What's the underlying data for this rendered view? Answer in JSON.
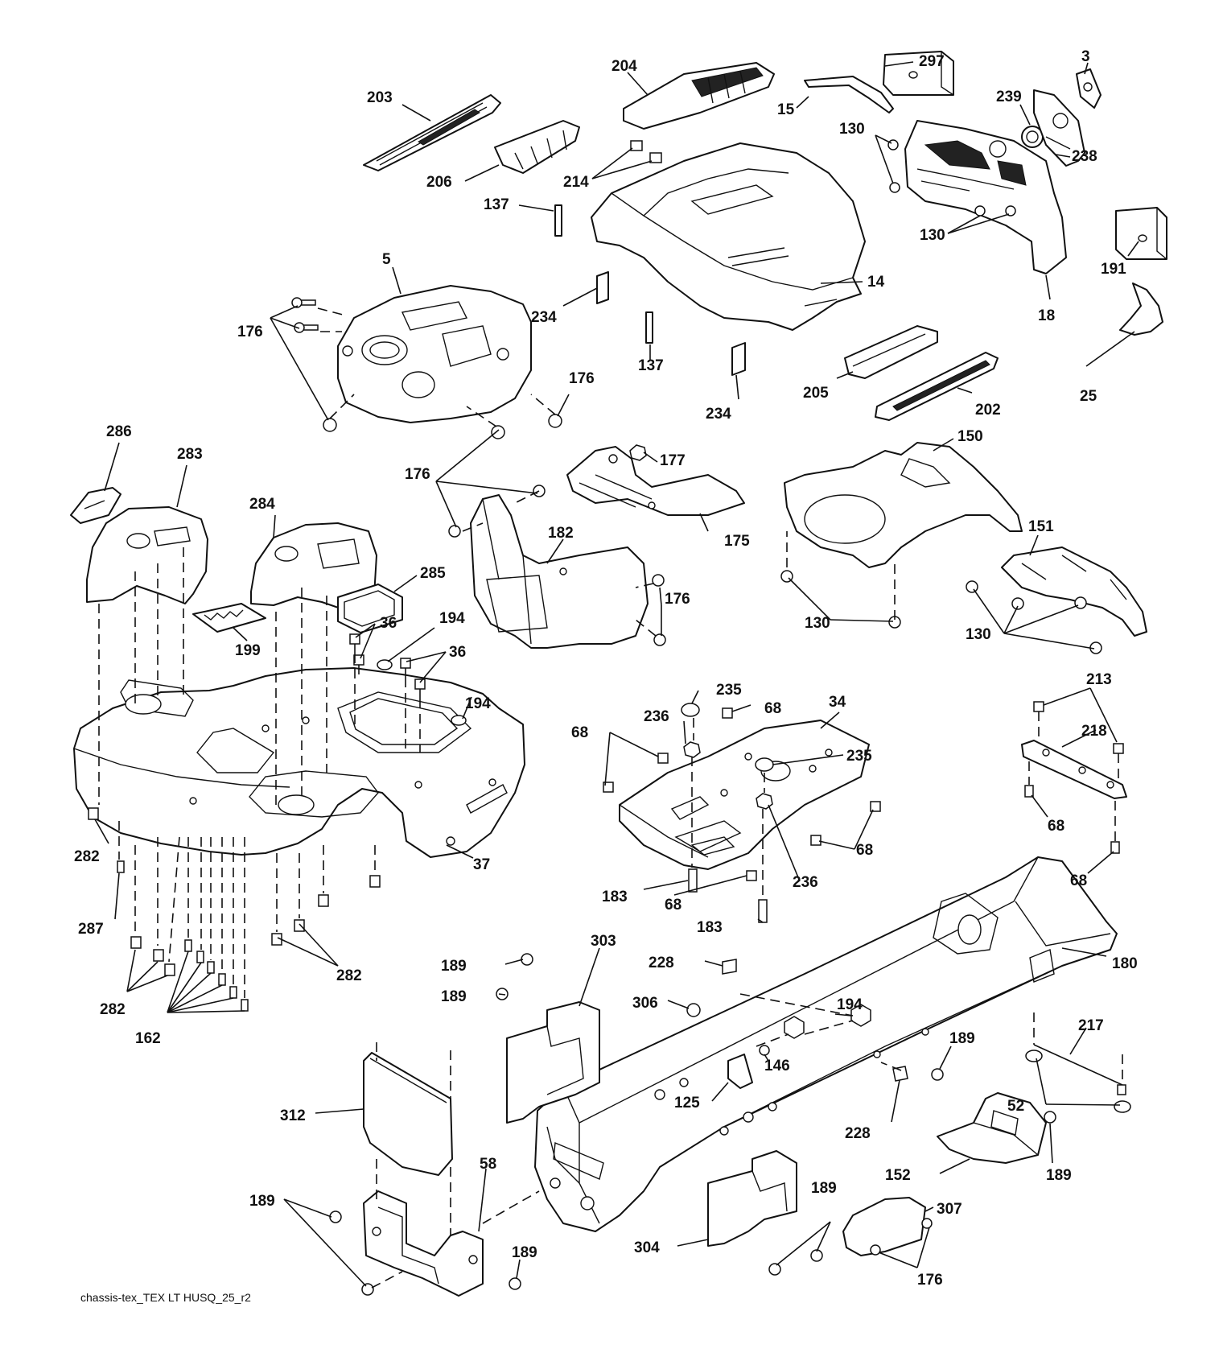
{
  "diagram": {
    "footer": "chassis-tex_TEX LT HUSQ_25_r2",
    "callouts": {
      "c297": "297",
      "c3": "3",
      "c204": "204",
      "c203": "203",
      "c15": "15",
      "c239": "239",
      "c130a": "130",
      "c238": "238",
      "c206": "206",
      "c214": "214",
      "c130b": "130",
      "c137a": "137",
      "c191": "191",
      "c14": "14",
      "c18": "18",
      "c5": "5",
      "c234a": "234",
      "c176a": "176",
      "c137b": "137",
      "c176b": "176",
      "c205": "205",
      "c202": "202",
      "c25": "25",
      "c234b": "234",
      "c286": "286",
      "c283": "283",
      "c284": "284",
      "c285": "285",
      "c176c": "176",
      "c177": "177",
      "c150": "150",
      "c182": "182",
      "c175": "175",
      "c151": "151",
      "c176d": "176",
      "c36a": "36",
      "c194a": "194",
      "c36b": "36",
      "c199": "199",
      "c130c": "130",
      "c130d": "130",
      "c194b": "194",
      "c235a": "235",
      "c68a": "68",
      "c34": "34",
      "c213": "213",
      "c236a": "236",
      "c68b": "68",
      "c218": "218",
      "c235b": "235",
      "c68c": "68",
      "c68d": "68",
      "c282a": "282",
      "c37": "37",
      "c183a": "183",
      "c68e": "68",
      "c236b": "236",
      "c68f": "68",
      "c287": "287",
      "c183b": "183",
      "c303": "303",
      "c189a": "189",
      "c228a": "228",
      "c180": "180",
      "c282b": "282",
      "c189b": "189",
      "c306": "306",
      "c194c": "194",
      "c282c": "282",
      "c162": "162",
      "c217": "217",
      "c146": "146",
      "c189c": "189",
      "c125": "125",
      "c312": "312",
      "c228b": "228",
      "c52": "52",
      "c58": "58",
      "c152": "152",
      "c189d": "189",
      "c189e": "189",
      "c189f": "189",
      "c307": "307",
      "c304": "304",
      "c189g": "189",
      "c176e": "176"
    }
  }
}
